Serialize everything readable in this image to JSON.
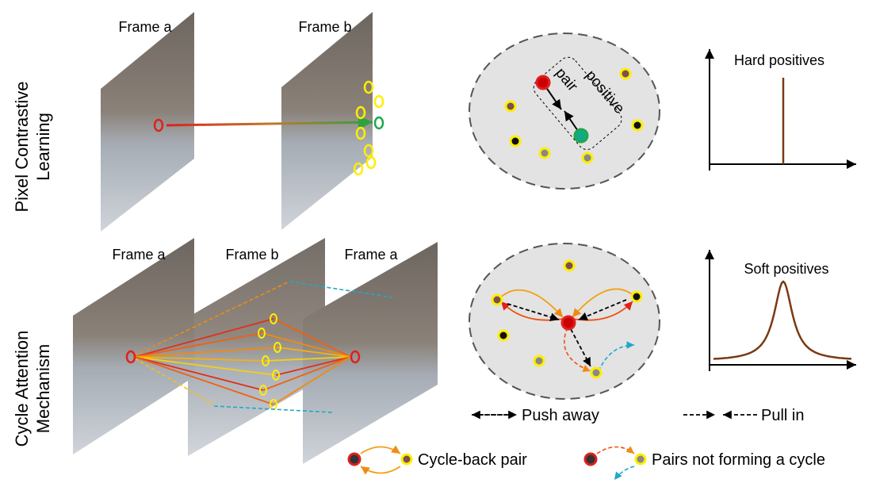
{
  "rows": {
    "top": {
      "label_line1": "Pixel Contrastive",
      "label_line2": "Learning",
      "frames": [
        "Frame a",
        "Frame b"
      ],
      "embedding_label_line1": "positive",
      "embedding_label_line2": "pair",
      "plot_title": "Hard positives"
    },
    "bottom": {
      "label_line1": "Cycle Attention",
      "label_line2": "Mechanism",
      "frames": [
        "Frame a",
        "Frame b",
        "Frame a"
      ],
      "plot_title": "Soft positives"
    }
  },
  "legend": {
    "push_away": "Push away",
    "pull_in": "Pull in",
    "cycle_back": "Cycle-back pair",
    "not_cycle": "Pairs not forming a cycle"
  },
  "colors": {
    "anchor": "#e01010",
    "positive": "#1fa84a",
    "point_ring": "#ffee00",
    "ellipse_fill": "#e3e3e3",
    "curve": "#7a3a12"
  }
}
